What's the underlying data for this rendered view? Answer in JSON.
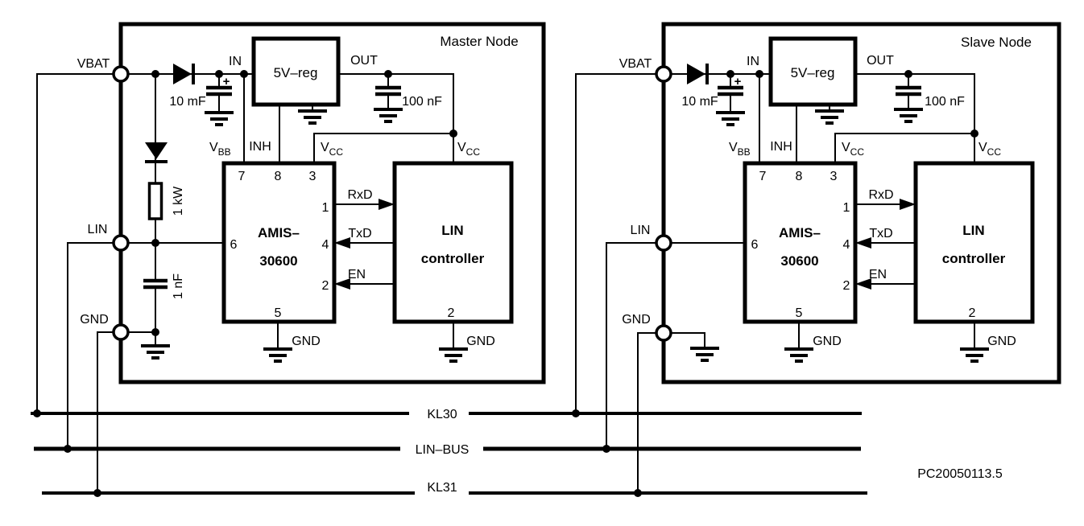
{
  "buses": {
    "kl30": "KL30",
    "lin_bus": "LIN–BUS",
    "kl31": "KL31"
  },
  "code": "PC20050113.5",
  "master": {
    "title": "Master Node",
    "vbat": "VBAT",
    "lin": "LIN",
    "gnd": "GND",
    "reg": {
      "name": "5V–reg",
      "in": "IN",
      "out": "OUT"
    },
    "cap_bulk": "10 mF",
    "cap_bulk_plus": "+",
    "cap_out": "100 nF",
    "cap_lin": "1 nF",
    "res_lin": "1 kW",
    "v": "V",
    "bb": "BB",
    "cc": "CC",
    "inh": "INH",
    "amis": {
      "name_line1": "AMIS–",
      "name_line2": "30600",
      "pin7": "7",
      "pin8": "8",
      "pin3": "3",
      "pin1": "1",
      "pin4": "4",
      "pin2": "2",
      "pin6": "6",
      "pin5": "5",
      "gnd": "GND"
    },
    "ctrl": {
      "line1": "LIN",
      "line2": "controller",
      "pin2": "2",
      "gnd": "GND"
    },
    "sig": {
      "rxd": "RxD",
      "txd": "TxD",
      "en": "EN"
    }
  },
  "slave": {
    "title": "Slave Node",
    "vbat": "VBAT",
    "lin": "LIN",
    "gnd": "GND",
    "reg": {
      "name": "5V–reg",
      "in": "IN",
      "out": "OUT"
    },
    "cap_bulk": "10 mF",
    "cap_bulk_plus": "+",
    "cap_out": "100 nF",
    "v": "V",
    "bb": "BB",
    "cc": "CC",
    "inh": "INH",
    "amis": {
      "name_line1": "AMIS–",
      "name_line2": "30600",
      "pin7": "7",
      "pin8": "8",
      "pin3": "3",
      "pin1": "1",
      "pin4": "4",
      "pin2": "2",
      "pin6": "6",
      "pin5": "5",
      "gnd": "GND"
    },
    "ctrl": {
      "line1": "LIN",
      "line2": "controller",
      "pin2": "2",
      "gnd": "GND"
    },
    "sig": {
      "rxd": "RxD",
      "txd": "TxD",
      "en": "EN"
    }
  }
}
